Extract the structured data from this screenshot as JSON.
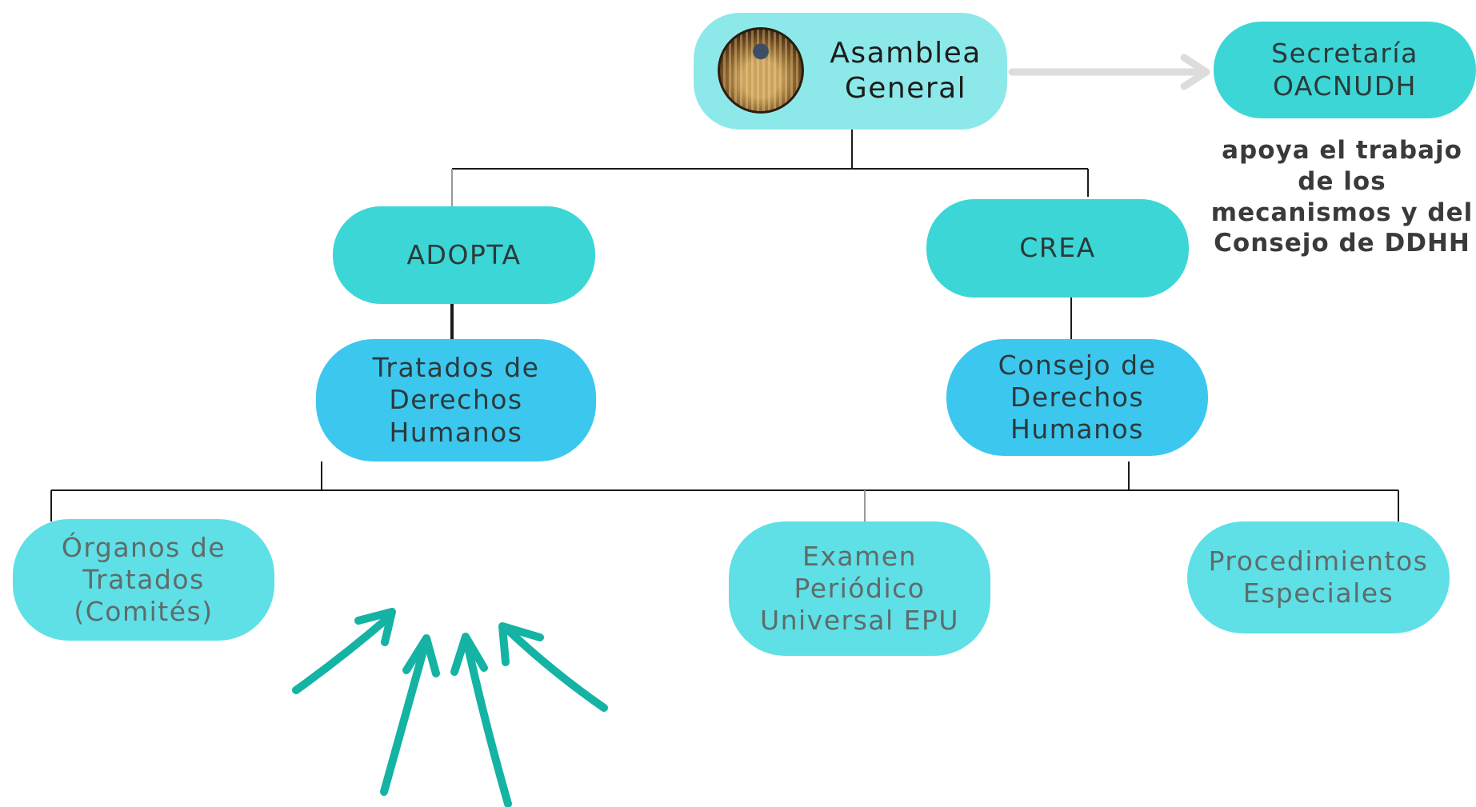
{
  "nodes": {
    "asamblea": "Asamblea\nGeneral",
    "secretaria": "Secretaría\nOACNUDH",
    "adopta": "ADOPTA",
    "crea": "CREA",
    "tratados": "Tratados de\nDerechos\nHumanos",
    "consejo": "Consejo de\nDerechos\nHumanos",
    "organos": "Órganos de\nTratados\n(Comités)",
    "examen": "Examen\nPeriódico\nUniversal EPU",
    "procedimientos": "Procedimientos\nEspeciales"
  },
  "note": "apoya el trabajo\nde los\nmecanismos y del\nConsejo de DDHH",
  "colors": {
    "top": "#8de9e9",
    "teal": "#3dd6d6",
    "blue": "#3cc7ef",
    "leaf": "#5ee0e6",
    "hand_arrows": "#14b3a4",
    "connector": "#1a1a1a",
    "gray_arrow": "#dcdcdc"
  },
  "icons": {
    "assembly_photo": "general-assembly-hall-photo"
  }
}
